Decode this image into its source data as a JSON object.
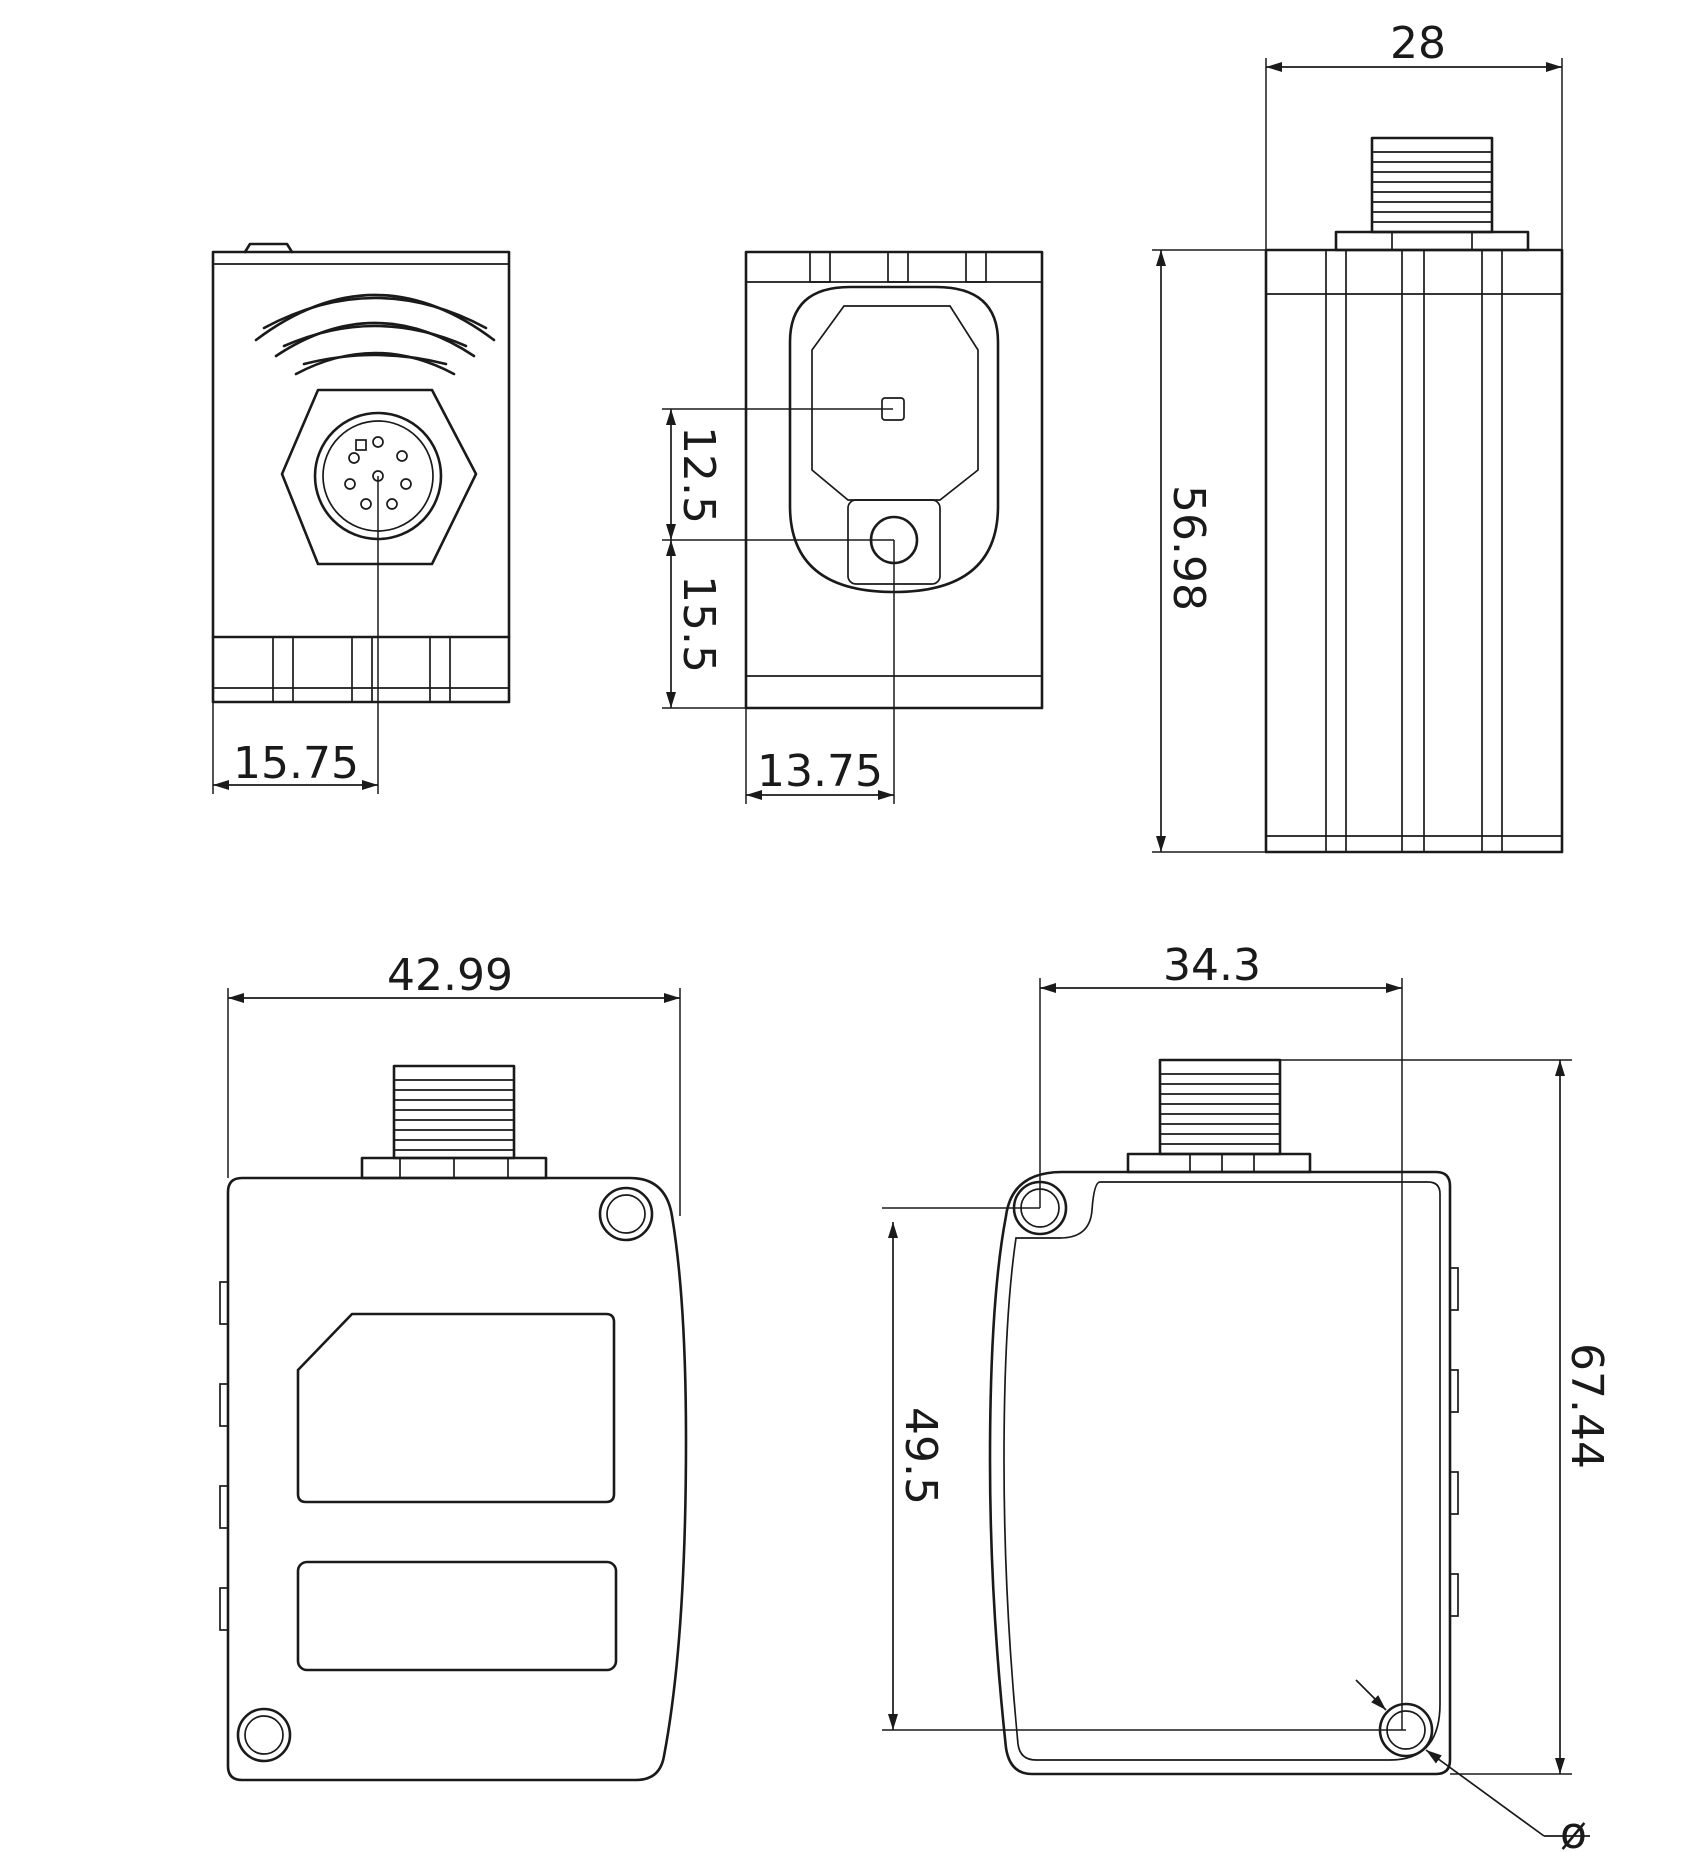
{
  "dimensions": {
    "front_connector_offset": "15.75",
    "bottom_lens_offset": "13.75",
    "lens_spacing_upper": "12.5",
    "lens_spacing_lower": "15.5",
    "top_width": "28",
    "side_height": "56.98",
    "body_width": "42.99",
    "hole_spacing_horizontal": "34.3",
    "hole_spacing_vertical": "49.5",
    "overall_height": "67.44",
    "hole_diameter_symbol": "ø"
  }
}
